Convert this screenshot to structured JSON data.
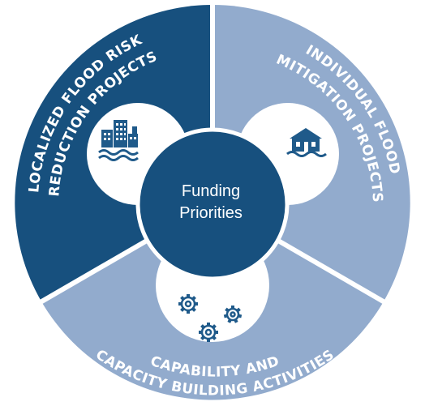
{
  "diagram": {
    "center": {
      "line1": "Funding",
      "line2": "Priorities",
      "color": "#17507e"
    },
    "segments": [
      {
        "id": "localized",
        "line1": "LOCALIZED FLOOD RISK",
        "line2": "REDUCTION PROJECTS",
        "color": "#17507e",
        "icon": "city-flood-icon"
      },
      {
        "id": "individual",
        "line1": "INDIVIDUAL FLOOD",
        "line2": "MITIGATION PROJECTS",
        "color": "#92abcd",
        "icon": "house-flood-icon"
      },
      {
        "id": "capability",
        "line1": "CAPABILITY AND",
        "line2": "CAPACITY BUILDING ACTIVITIES",
        "color": "#92abcd",
        "icon": "gears-icon"
      }
    ],
    "bubble_color": "#ffffff",
    "icon_color": "#1f5a8a"
  }
}
